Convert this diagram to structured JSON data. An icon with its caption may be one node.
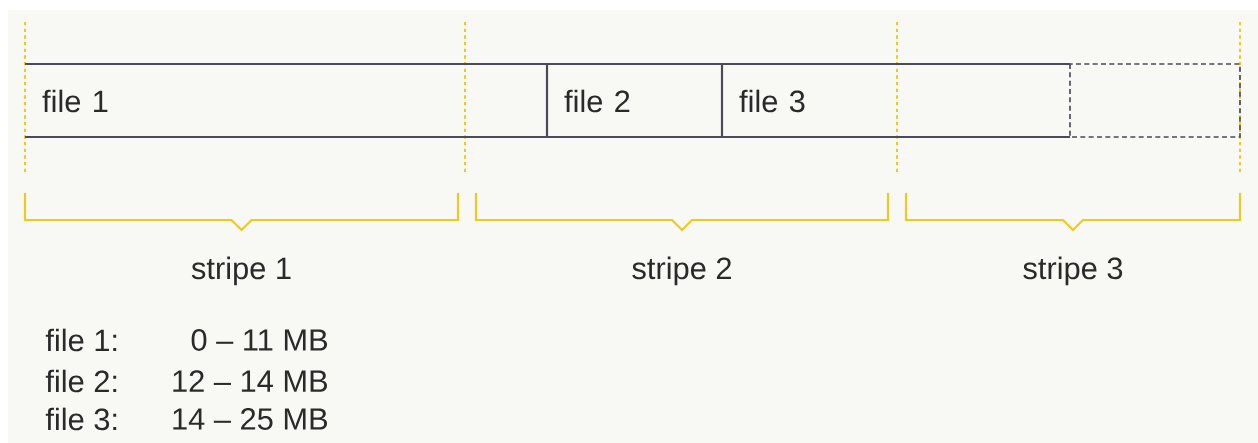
{
  "diagram": {
    "nodes": [
      {
        "text": [
          "file 1"
        ]
      },
      {
        "text": [
          "file 2"
        ]
      },
      {
        "text": [
          "file 3"
        ]
      },
      {
        "text": [],
        "shape": "box"
      }
    ],
    "labels": [
      "stripe 1",
      "stripe 2",
      "stripe 3",
      "file 1:",
      "0 – 11 MB",
      "file 2:",
      "12 – 14 MB",
      "file 3:",
      "14 – 25 MB"
    ]
  }
}
